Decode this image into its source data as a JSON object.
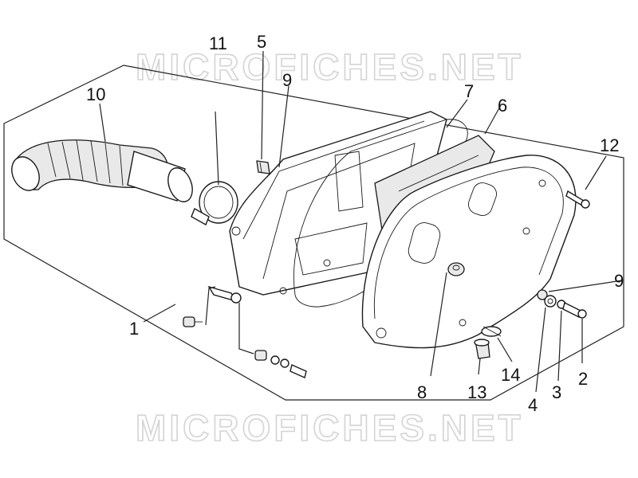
{
  "watermark": {
    "top": "MICROFICHES.NET",
    "bottom": "MICROFICHES.NET"
  },
  "callouts": [
    {
      "id": "c1",
      "label": "1"
    },
    {
      "id": "c2",
      "label": "2"
    },
    {
      "id": "c3",
      "label": "3"
    },
    {
      "id": "c4",
      "label": "4"
    },
    {
      "id": "c5",
      "label": "5"
    },
    {
      "id": "c6",
      "label": "6"
    },
    {
      "id": "c7",
      "label": "7"
    },
    {
      "id": "c8",
      "label": "8"
    },
    {
      "id": "c9a",
      "label": "9"
    },
    {
      "id": "c9b",
      "label": "9"
    },
    {
      "id": "c10",
      "label": "10"
    },
    {
      "id": "c11",
      "label": "11"
    },
    {
      "id": "c12",
      "label": "12"
    },
    {
      "id": "c13",
      "label": "13"
    },
    {
      "id": "c14",
      "label": "14"
    }
  ]
}
